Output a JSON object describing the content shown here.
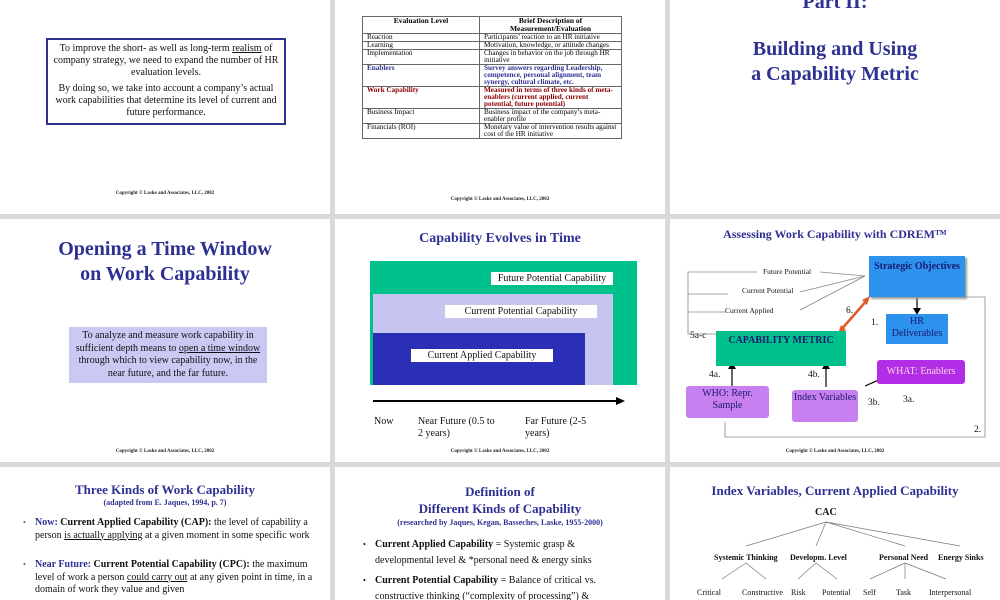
{
  "copyright": "Copyright © Laske and Associates, LLC, 2002",
  "slide1": {
    "para1_before": "To improve the short- as well as long-term ",
    "para1_under": "realism",
    "para1_after": " of company strategy, we need to expand the number of HR evaluation levels.",
    "para2": "By doing so, we take into account a company’s actual work capabilities that determine its level of current and future performance."
  },
  "slide2": {
    "headers": [
      "Evaluation Level",
      "Brief Description of Measurement/Evaluation"
    ],
    "rows": [
      {
        "level": "Reaction",
        "desc": "Participants’ reaction to an HR initiative"
      },
      {
        "level": "Learning",
        "desc": "Motivation, knowledge, or attitude changes"
      },
      {
        "level": "Implementation",
        "desc": "Changes in behavior on the job through HR initiative"
      },
      {
        "level": "Enablers",
        "desc": "Survey answers regarding Leadership, competence, personal alignment, team synergy, cultural climate, etc."
      },
      {
        "level": "Work Capability",
        "desc": "Measured in terms of three kinds of meta-enablers (current applied, current potential, future potential)"
      },
      {
        "level": "Business Impact",
        "desc": "Business impact of the company’s meta-enabler profile"
      },
      {
        "level": "Financials (ROI)",
        "desc": "Monetary value of intervention results against cost of the HR initiative"
      }
    ]
  },
  "slide3": {
    "title_line1": "Part II:",
    "title_line2": "Building and Using",
    "title_line3": "a Capability Metric"
  },
  "slide4": {
    "title_line1": "Opening a Time Window",
    "title_line2": "on Work Capability",
    "text_before": "To analyze and measure work capability in sufficient depth means to ",
    "text_under": "open a time window",
    "text_after": " through which to view capability now, in the near future, and the far future."
  },
  "slide5": {
    "title": "Capability Evolves in Time",
    "future_label": "Future Potential Capability",
    "current_potential_label": "Current Potential Capability",
    "current_applied_label": "Current Applied Capability",
    "now": "Now",
    "near_future": "Near Future (0.5 to 2 years)",
    "far_future": "Far Future (2-5 years)",
    "colors": {
      "future": "#00c08b",
      "potential": "#c5c5f0",
      "applied": "#2b2fb5"
    }
  },
  "slide6": {
    "title": "Assessing Work Capability with CDREM™",
    "future_potential": "Future Potential",
    "current_potential": "Current Potential",
    "current_applied": "Current Applied",
    "strategic_objectives": "Strategic Objectives",
    "hr_deliverables": "HR Deliverables",
    "capability_metric": "CAPABILITY METRIC",
    "what_enablers": "WHAT: Enablers",
    "who_sample": "WHO: Repr. Sample",
    "index_variables": "Index Variables",
    "n6": "6.",
    "n1": "1.",
    "n5ac": "5a-c",
    "n4a": "4a.",
    "n4b": "4b.",
    "n3b": "3b.",
    "n3a": "3a.",
    "n2": "2."
  },
  "slide7": {
    "title": "Three Kinds of Work Capability",
    "subtitle": "(adapted from E. Jaques, 1994, p. 7)",
    "b1_lead": "Now:",
    "b1_bold": " Current Applied Capability (CAP):",
    "b1_text1": " the level of capability a person ",
    "b1_under": "is actually applying",
    "b1_text2": " at a given moment in some specific work",
    "b2_lead": "Near Future:",
    "b2_bold": " Current Potential Capability (CPC):",
    "b2_text1": " the maximum level of work a person ",
    "b2_under": "could carry out",
    "b2_text2": " at any given point in time, in a domain of work they value and given"
  },
  "slide8": {
    "title_line1": "Definition of",
    "title_line2": "Different Kinds of Capability",
    "subtitle": "(researched by Jaques, Kegan, Basseches, Laske, 1955-2000)",
    "b1_bold": "Current Applied Capability",
    "b1_text": " = Systemic grasp & developmental level & *personal need & energy sinks",
    "b2_bold": "Current Potential Capability",
    "b2_text": " = Balance of critical vs. constructive thinking (“complexity of processing”) &"
  },
  "slide9": {
    "title": "Index Variables, Current Applied Capability",
    "root": "CAC",
    "level1": [
      "Systemic Thinking",
      "Developm. Level",
      "Personal Need",
      "Energy Sinks"
    ],
    "level2": [
      "Critical",
      "Constructive",
      "Risk",
      "Potential",
      "Self",
      "Task",
      "Interpersonal"
    ]
  }
}
